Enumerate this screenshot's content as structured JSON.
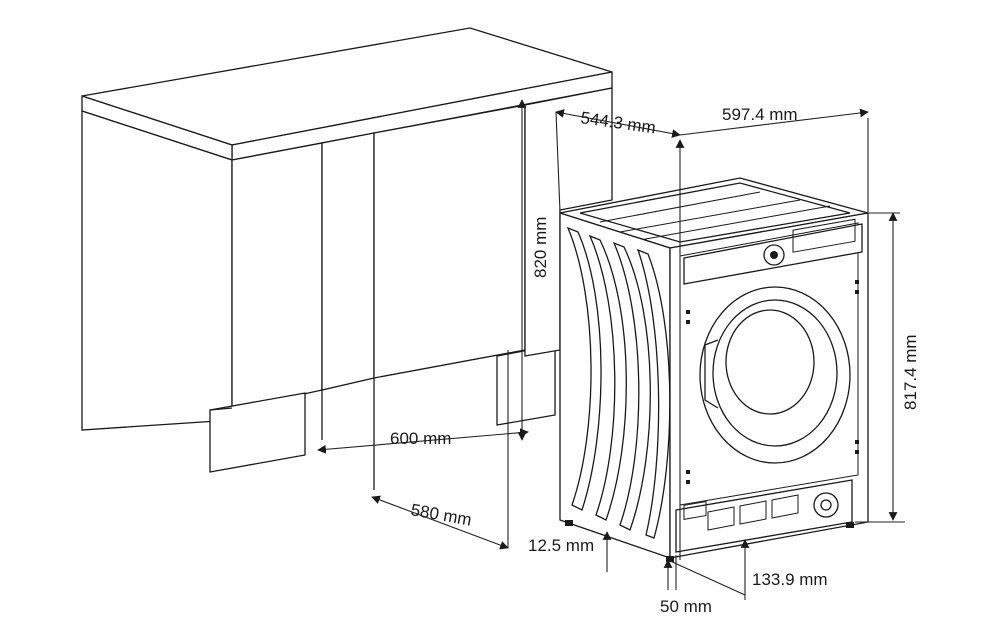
{
  "diagram": {
    "subject": "built-in washing machine installation dimensions",
    "dimensions": {
      "depth_top": "544.3 mm",
      "width_top": "597.4 mm",
      "niche_height": "820 mm",
      "machine_height": "817.4 mm",
      "niche_width": "600 mm",
      "niche_depth": "580 mm",
      "foot_gap": "12.5 mm",
      "plinth_depth": "133.9 mm",
      "front_offset": "50 mm"
    }
  }
}
